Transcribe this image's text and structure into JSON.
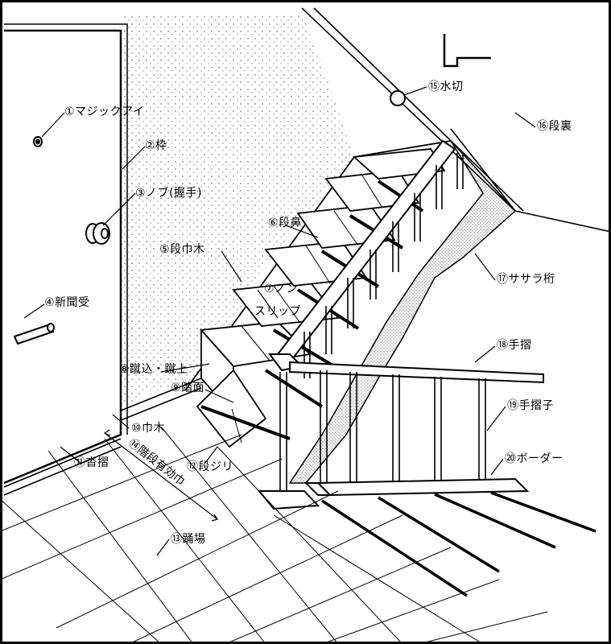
{
  "labels": {
    "l1": "①マジックアイ",
    "l2": "②枠",
    "l3": "③ノブ(握手)",
    "l4": "④新聞受",
    "l5": "⑤段巾木",
    "l6": "⑥段鼻",
    "l7a": "⑦ノン",
    "l7b": "スリップ",
    "l8": "⑧蹴込・蹴上",
    "l9": "⑨踏面",
    "l10": "⑩巾木",
    "l11": "⑪沓摺",
    "l12": "⑫段ジリ",
    "l13": "⑬踊場",
    "l14": "⑭階段有効巾",
    "l15": "⑮水切",
    "l16": "⑯段裏",
    "l17": "⑰ササラ桁",
    "l18": "⑱手摺",
    "l19": "⑲手摺子",
    "l20": "⑳ボーダー"
  },
  "colors": {
    "ink": "#000000",
    "paper": "#ffffff"
  }
}
